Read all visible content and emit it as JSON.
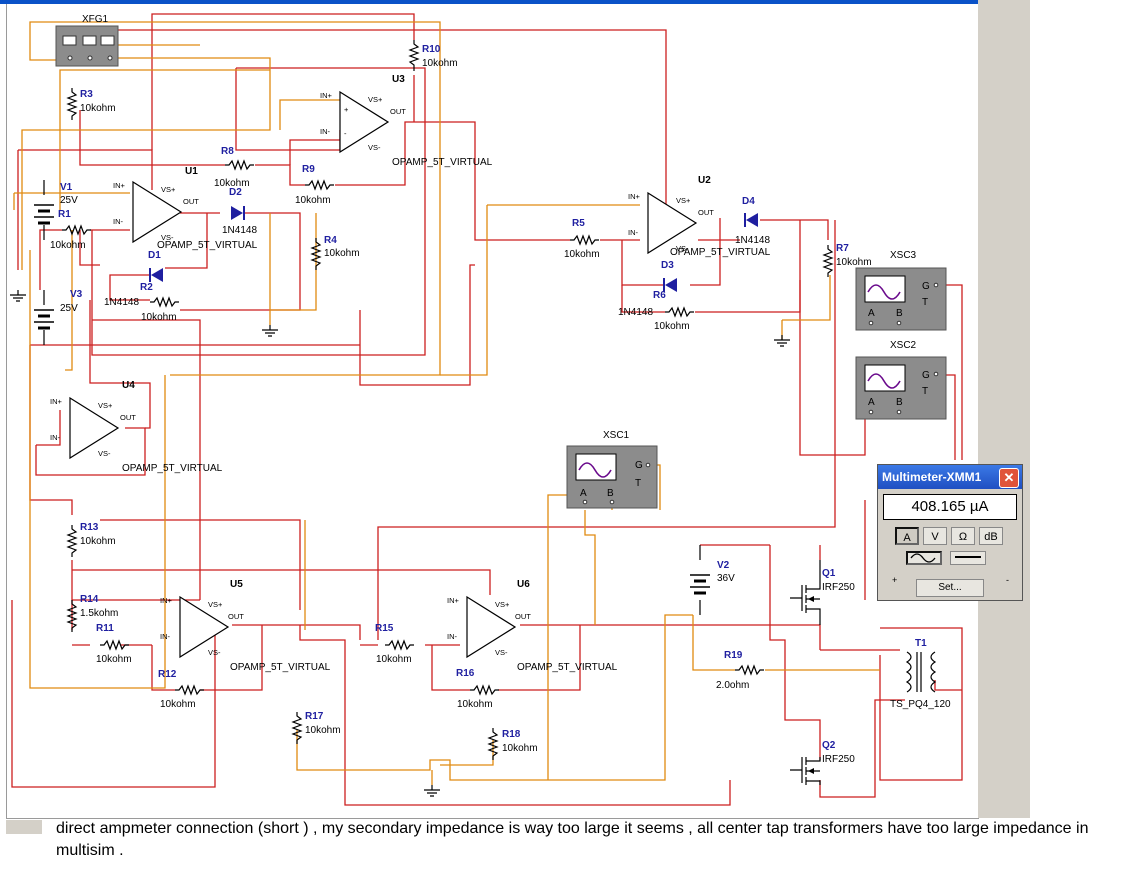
{
  "schematic": {
    "instruments": {
      "function_generator": {
        "ref": "XFG1"
      },
      "xsc1": {
        "ref": "XSC1",
        "pins": [
          "A",
          "B",
          "G",
          "T"
        ]
      },
      "xsc2": {
        "ref": "XSC2",
        "pins": [
          "A",
          "B",
          "G",
          "T"
        ]
      },
      "xsc3": {
        "ref": "XSC3",
        "pins": [
          "A",
          "B",
          "G",
          "T"
        ]
      }
    },
    "opamps": [
      {
        "ref": "U1",
        "model": "OPAMP_5T_VIRTUAL"
      },
      {
        "ref": "U2",
        "model": "OPAMP_5T_VIRTUAL"
      },
      {
        "ref": "U3",
        "model": "OPAMP_5T_VIRTUAL"
      },
      {
        "ref": "U4",
        "model": "OPAMP_5T_VIRTUAL"
      },
      {
        "ref": "U5",
        "model": "OPAMP_5T_VIRTUAL"
      },
      {
        "ref": "U6",
        "model": "OPAMP_5T_VIRTUAL"
      }
    ],
    "opamp_pins": {
      "inp": "IN+",
      "inn": "IN-",
      "vsp": "VS+",
      "vsn": "VS-",
      "out": "OUT",
      "plus": "+",
      "minus": "-"
    },
    "resistors": [
      {
        "ref": "R1",
        "value": "10kohm"
      },
      {
        "ref": "R2",
        "value": "10kohm"
      },
      {
        "ref": "R3",
        "value": "10kohm"
      },
      {
        "ref": "R4",
        "value": "10kohm"
      },
      {
        "ref": "R5",
        "value": "10kohm"
      },
      {
        "ref": "R6",
        "value": "10kohm"
      },
      {
        "ref": "R7",
        "value": "10kohm"
      },
      {
        "ref": "R8",
        "value": "10kohm"
      },
      {
        "ref": "R9",
        "value": "10kohm"
      },
      {
        "ref": "R10",
        "value": "10kohm"
      },
      {
        "ref": "R11",
        "value": "10kohm"
      },
      {
        "ref": "R12",
        "value": "10kohm"
      },
      {
        "ref": "R13",
        "value": "10kohm"
      },
      {
        "ref": "R14",
        "value": "1.5kohm"
      },
      {
        "ref": "R15",
        "value": "10kohm"
      },
      {
        "ref": "R16",
        "value": "10kohm"
      },
      {
        "ref": "R17",
        "value": "10kohm"
      },
      {
        "ref": "R18",
        "value": "10kohm"
      },
      {
        "ref": "R19",
        "value": "2.0ohm"
      }
    ],
    "diodes": [
      {
        "ref": "D1",
        "model": "1N4148"
      },
      {
        "ref": "D2",
        "model": "1N4148"
      },
      {
        "ref": "D3",
        "model": "1N4148"
      },
      {
        "ref": "D4",
        "model": "1N4148"
      }
    ],
    "sources": [
      {
        "ref": "V1",
        "value": "25V"
      },
      {
        "ref": "V2",
        "value": "36V"
      },
      {
        "ref": "V3",
        "value": "25V"
      }
    ],
    "mosfets": [
      {
        "ref": "Q1",
        "model": "IRF250"
      },
      {
        "ref": "Q2",
        "model": "IRF250"
      }
    ],
    "transformer": {
      "ref": "T1",
      "model": "TS_PQ4_120"
    }
  },
  "multimeter": {
    "title": "Multimeter-XMM1",
    "reading": "408.165 µA",
    "mode_buttons": [
      "A",
      "V",
      "Ω",
      "dB"
    ],
    "active_mode": "A",
    "set_label": "Set...",
    "plus": "+",
    "minus": "-",
    "close_icon": "close-icon"
  },
  "caption": "direct ampmeter connection (short ) , my secondary impedance is way too large it seems , all center tap transformers have too large impedance in multisim ."
}
